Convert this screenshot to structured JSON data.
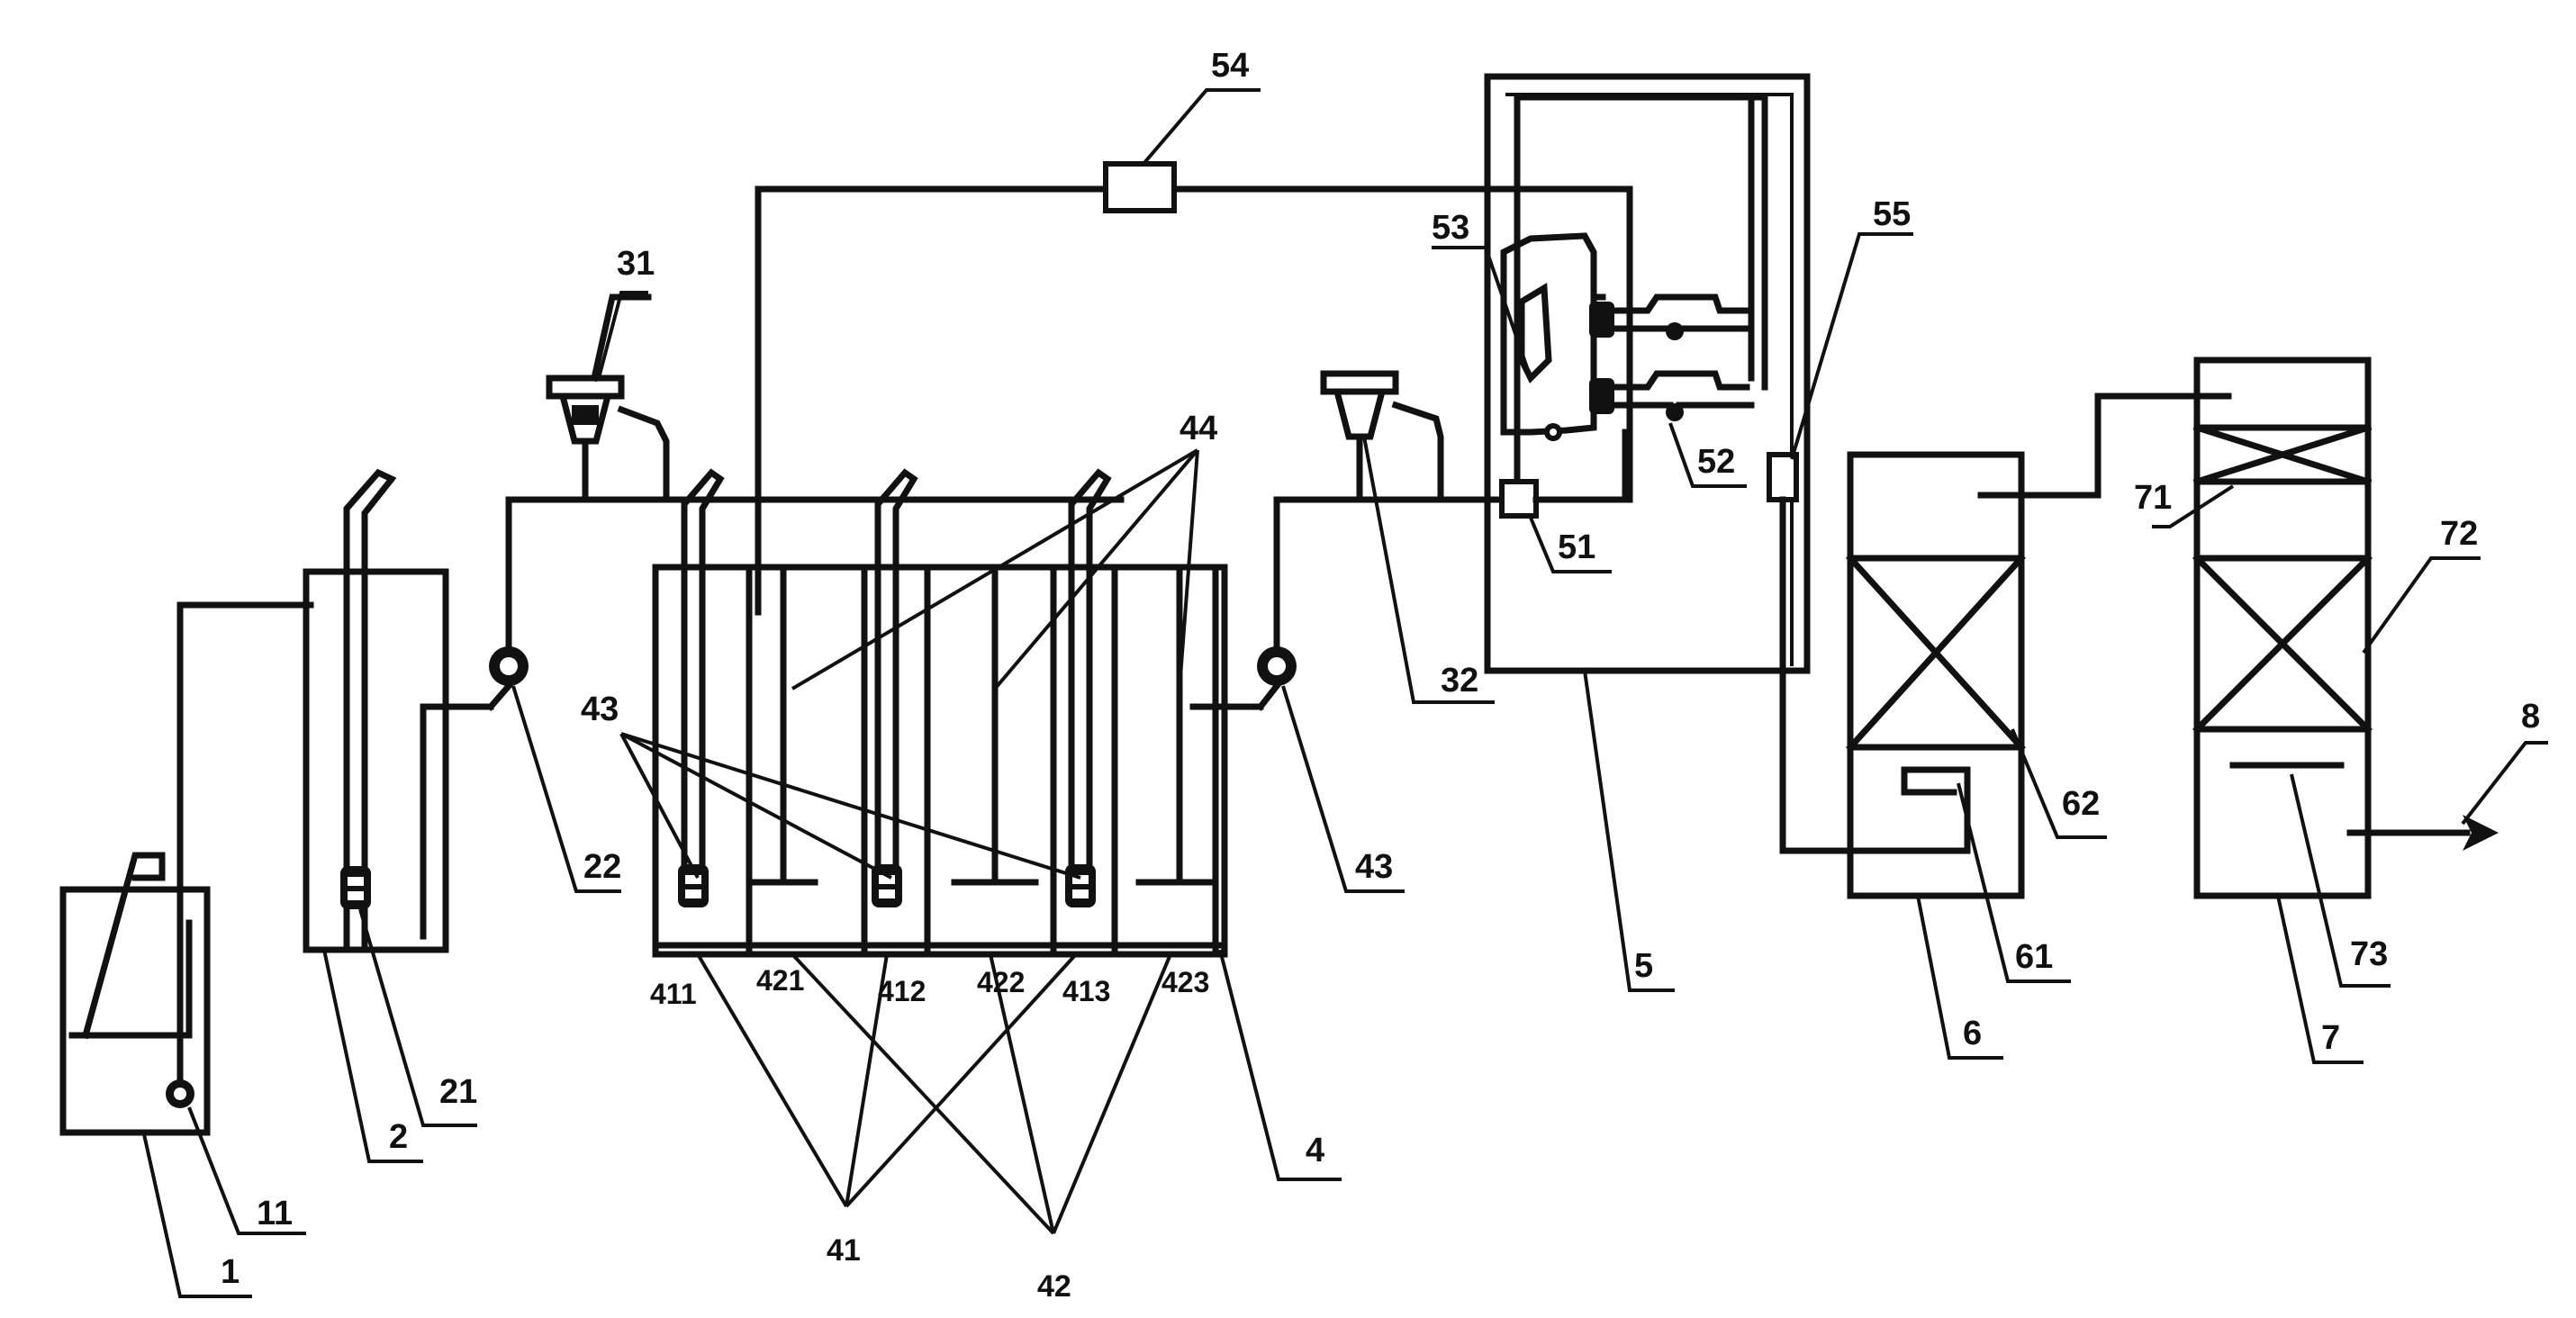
{
  "diagram": {
    "labels": {
      "l1": "1",
      "l11": "11",
      "l2": "2",
      "l21": "21",
      "l22": "22",
      "l31": "31",
      "l32": "32",
      "l4": "4",
      "l41": "41",
      "l42": "42",
      "l43a": "43",
      "l43b": "43",
      "l44": "44",
      "l411": "411",
      "l412": "412",
      "l413": "413",
      "l421": "421",
      "l422": "422",
      "l423": "423",
      "l5": "5",
      "l51": "51",
      "l52": "52",
      "l53": "53",
      "l54": "54",
      "l55": "55",
      "l6": "6",
      "l61": "61",
      "l62": "62",
      "l7": "7",
      "l71": "71",
      "l72": "72",
      "l73": "73",
      "l8": "8"
    }
  }
}
